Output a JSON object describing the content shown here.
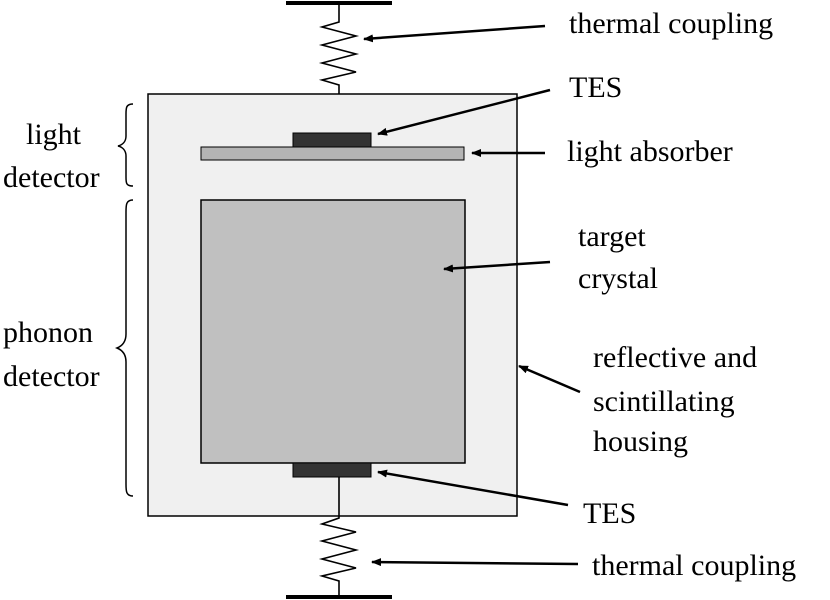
{
  "labels": {
    "thermal_coupling_top": "thermal coupling",
    "tes_top": "TES",
    "light_absorber": "light absorber",
    "target_crystal_line1": "target",
    "target_crystal_line2": "crystal",
    "housing_line1": "reflective and",
    "housing_line2": "scintillating",
    "housing_line3": "housing",
    "tes_bottom": "TES",
    "thermal_coupling_bottom": "thermal coupling",
    "light_detector_line1": "light",
    "light_detector_line2": "detector",
    "phonon_detector_line1": "phonon",
    "phonon_detector_line2": "detector"
  },
  "colors": {
    "housing_fill": "#f0f0f0",
    "crystal_fill": "#c0c0c0",
    "absorber_fill": "#b4b4b4",
    "tes_fill": "#333333",
    "stroke": "#000000"
  }
}
